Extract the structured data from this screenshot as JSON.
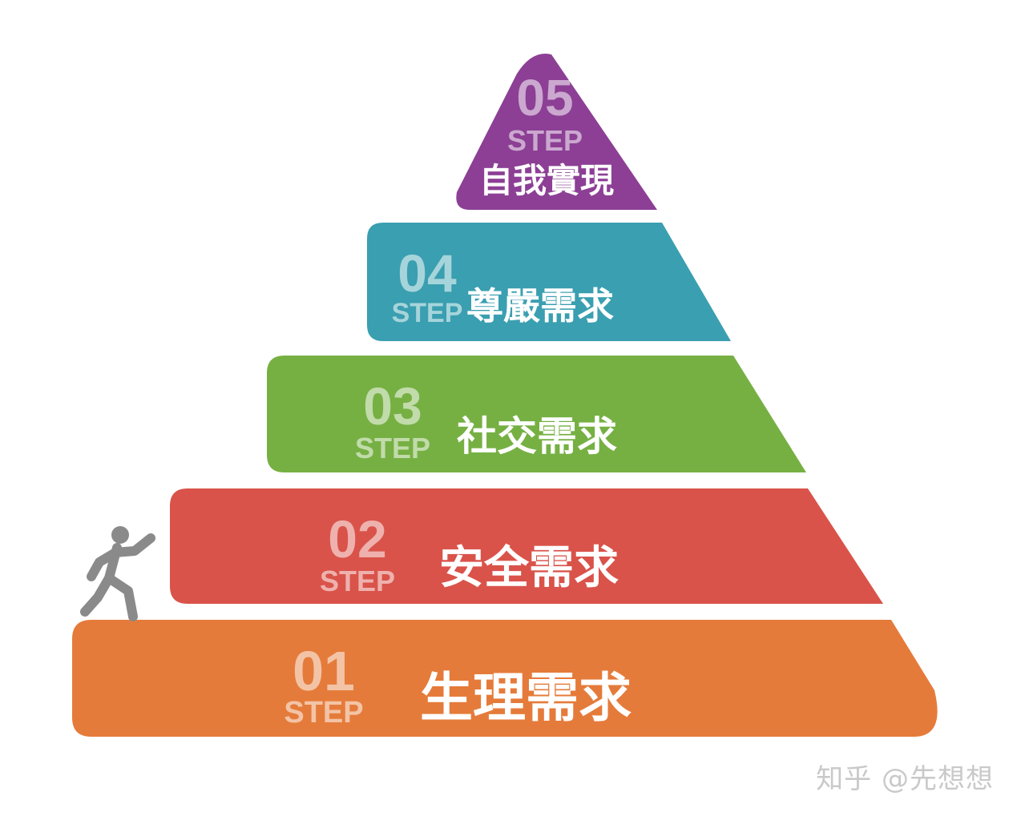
{
  "steps": [
    {
      "num": "01",
      "word": "STEP",
      "label": "生理需求",
      "color": "#e57b3a"
    },
    {
      "num": "02",
      "word": "STEP",
      "label": "安全需求",
      "color": "#d9534a"
    },
    {
      "num": "03",
      "word": "STEP",
      "label": "社交需求",
      "color": "#76b043"
    },
    {
      "num": "04",
      "word": "STEP",
      "label": "尊嚴需求",
      "color": "#3a9fb0"
    },
    {
      "num": "05",
      "word": "STEP",
      "label": "自我實現",
      "color": "#8c3f95"
    }
  ],
  "walker_icon": "running-person-icon",
  "walker_color": "#8a8a8a",
  "watermark": "知乎 @先想想"
}
